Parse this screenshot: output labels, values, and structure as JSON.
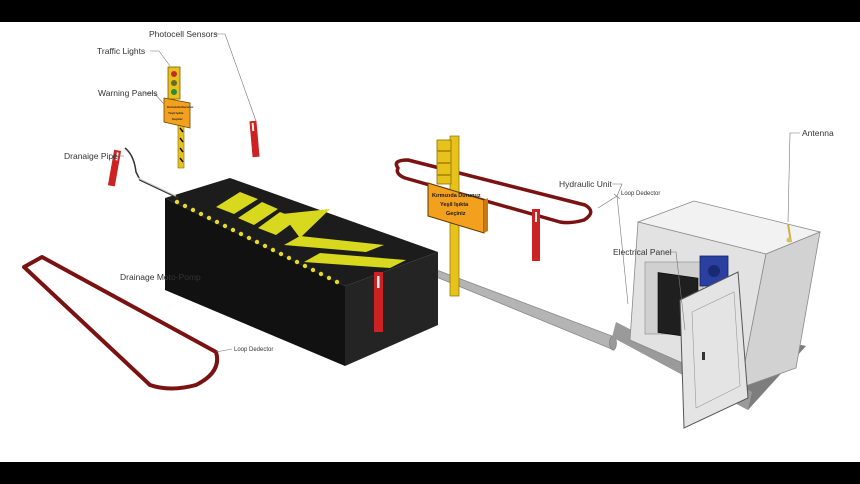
{
  "labels": {
    "photocell_sensors": "Photocell Sensors",
    "traffic_lights": "Traffic Lights",
    "warning_panels": "Warning Panels",
    "drainage_pipe": "Dranaige Pipe",
    "drainage_moto_pomp": "Drainage Moto-Pomp",
    "loop_detector_left": "Loop Dedector",
    "hydraulic_unit": "Hydraulic Unit",
    "loop_detector_right": "Loop Dedector",
    "electrical_panel": "Electrical Panel",
    "antenna": "Antenna"
  },
  "sign": {
    "line1": "Kırmızıda Durunuz",
    "line2": "Yeşil Işıkta",
    "line3": "Geçiniz"
  },
  "colors": {
    "blocker_body": "#1c1c1c",
    "blocker_stripe": "#d8d81e",
    "reflector": "#e5d92a",
    "sensor_red": "#cc2222",
    "loop_red": "#7a1212",
    "post_yellow": "#e8c21c",
    "sign_orange": "#f2a01e",
    "cabinet_gray": "#e6e6e6",
    "pipe_gray": "#b4b4b4"
  }
}
